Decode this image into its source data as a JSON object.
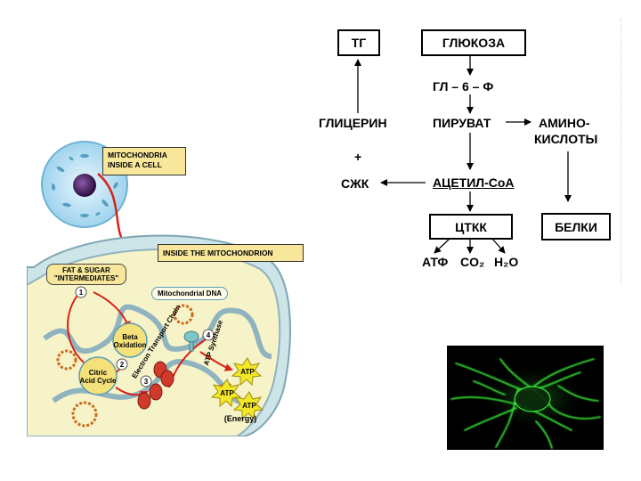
{
  "flow": {
    "tg": "ТГ",
    "glucose": "ГЛЮКОЗА",
    "g6p": "ГЛ – 6 – Ф",
    "glycerol": "ГЛИЦЕРИН",
    "pyruvate": "ПИРУВАТ",
    "amino_line1": "АМИНО-",
    "amino_line2": "КИСЛОТЫ",
    "plus": "+",
    "ffa": "СЖК",
    "acetyl": "АЦЕТИЛ-СоА",
    "tca": "ЦТКК",
    "proteins": "БЕЛКИ",
    "atp": "АТФ",
    "co2": "CO₂",
    "h2o": "H₂O"
  },
  "illustration": {
    "callout_cell_line1": "MITOCHONDRIA",
    "callout_cell_line2": "INSIDE A CELL",
    "callout_inside": "INSIDE THE MITOCHONDRION",
    "fat_sugar_line1": "FAT & SUGAR",
    "fat_sugar_line2": "\"INTERMEDIATES\"",
    "mito_dna": "Mitochondrial DNA",
    "beta_line1": "Beta",
    "beta_line2": "Oxidation",
    "citric_line1": "Citric",
    "citric_line2": "Acid Cycle",
    "etc": "Electron Transport Chain",
    "atp_synthase": "ATP Synthase",
    "energy": "(Energy)",
    "atp_label": "ATP",
    "step1": "1",
    "step2": "2",
    "step3": "3",
    "step4": "4"
  },
  "colors": {
    "matrix": "#f7f3c8",
    "membrane": "#8fb3bf",
    "cell_blue": "#bfe3f5",
    "nucleus": "#3a1650",
    "arrow_red": "#d8221a",
    "callout": "#f8e79a",
    "atp_star": "#f2e628",
    "fluor_green": "#39ff39"
  }
}
